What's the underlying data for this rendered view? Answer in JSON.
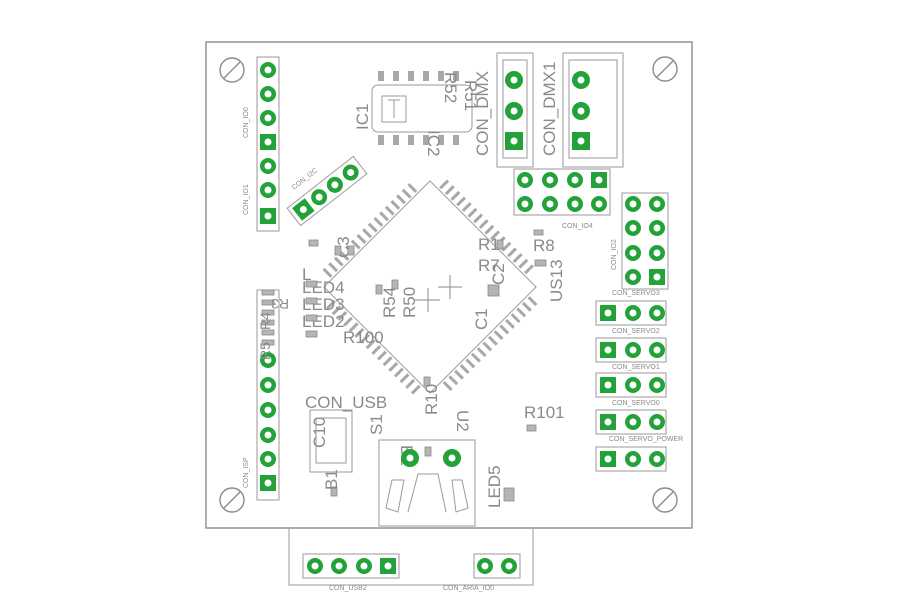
{
  "board": {
    "connector_labels": {
      "con_io0": "CON_IO0",
      "con_io1": "CON_IO1",
      "con_i2c": "CON_I2C",
      "con_isp": "CON_ISP",
      "con_io4": "CON_IO4",
      "con_io2": "CON_IO2",
      "con_servo3": "CON_SERVO3",
      "con_servo2": "CON_SERVO2",
      "con_servo1": "CON_SERVO1",
      "con_servo0": "CON_SERVO0",
      "con_servo_power": "CON_SERVO_POWER",
      "con_usb2": "CON_USB2",
      "con_aria_io0": "CON_ARIA_IO0",
      "con_dmx": "CON_DMX",
      "con_dmx1": "CON_DMX1",
      "con_usb": "CON_USB"
    },
    "part_labels": {
      "ic1": "IC1",
      "ic2": "IC2",
      "r52": "R52",
      "r51": "R51",
      "r1": "R1",
      "r7": "R7",
      "r8": "R8",
      "c2": "C2",
      "us13": "US13",
      "c1": "C1",
      "r54": "R54",
      "r50": "R50",
      "r100": "R100",
      "led4": "LED4",
      "led3": "LED3",
      "led2": "LED2",
      "c3": "C3",
      "r3": "R3",
      "r10": "R10",
      "r101": "R101",
      "s1": "S1",
      "c10": "C10",
      "b1": "B1",
      "u2": "U2",
      "led5": "LED5",
      "r5": "R5",
      "r4": "R4",
      "l": "L"
    }
  }
}
